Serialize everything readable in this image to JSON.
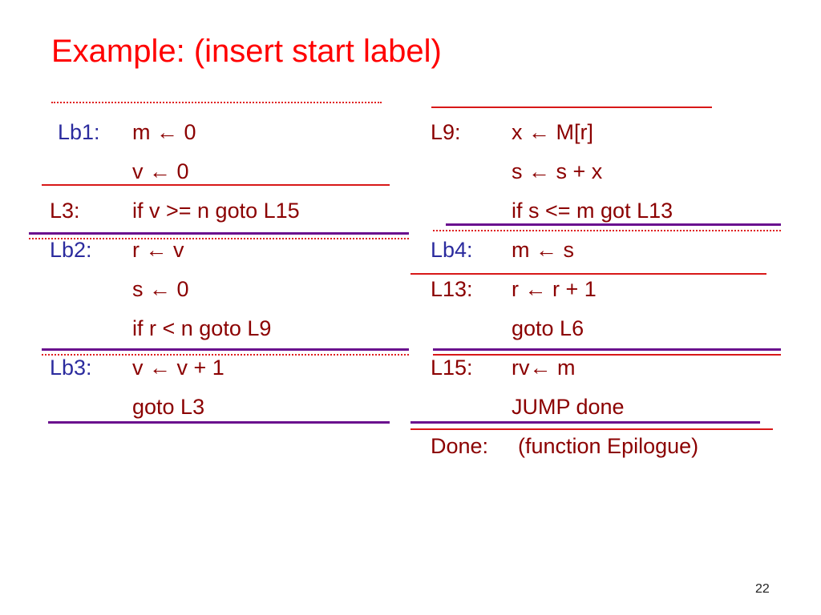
{
  "title": "Example: (insert start label)",
  "left_column": [
    {
      "label": "Lb1:",
      "label_color": "blue",
      "code": "m ← 0"
    },
    {
      "label": "",
      "code": "v ← 0"
    },
    {
      "label": "L3:",
      "code": "if v >= n goto L15"
    },
    {
      "label": "Lb2:",
      "label_color": "blue",
      "code": "r ← v"
    },
    {
      "label": "",
      "code": "s ← 0"
    },
    {
      "label": "",
      "code": "if r < n goto L9"
    },
    {
      "label": "Lb3:",
      "label_color": "blue",
      "code": "v ← v + 1"
    },
    {
      "label": "",
      "code": "goto L3"
    }
  ],
  "right_column": [
    {
      "label": "L9:",
      "code": "x ← M[r]"
    },
    {
      "label": "",
      "code": "s ← s + x"
    },
    {
      "label": "",
      "code": "if s <= m got L13"
    },
    {
      "label": "Lb4:",
      "label_color": "blue",
      "code": "m ← s"
    },
    {
      "label": "L13:",
      "code": "r ← r + 1"
    },
    {
      "label": "",
      "code": "goto L6"
    },
    {
      "label": "L15:",
      "code": "rv← m"
    },
    {
      "label": "",
      "code": "JUMP done"
    },
    {
      "label": "Done:",
      "code": "(function Epilogue)"
    }
  ],
  "page_number": "22",
  "colors": {
    "title": "#ff0000",
    "code_text": "#8b0000",
    "label_blue": "#2b2b9e",
    "line_red": "#d81818",
    "line_purple": "#6a0f8e"
  }
}
